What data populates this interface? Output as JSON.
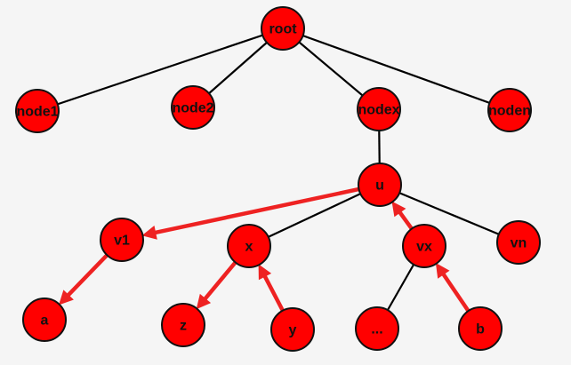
{
  "colors": {
    "background": "#f5f5f5",
    "node_fill": "#ff0000",
    "node_stroke": "#111111",
    "edge": "#000000",
    "arrow": "#ee2222"
  },
  "nodes": [
    {
      "id": "root",
      "label": "root"
    },
    {
      "id": "node1",
      "label": "node1"
    },
    {
      "id": "node2",
      "label": "node2"
    },
    {
      "id": "nodex",
      "label": "nodex"
    },
    {
      "id": "noden",
      "label": "noden"
    },
    {
      "id": "u",
      "label": "u"
    },
    {
      "id": "v1",
      "label": "v1"
    },
    {
      "id": "x",
      "label": "x"
    },
    {
      "id": "vx",
      "label": "vx"
    },
    {
      "id": "vn",
      "label": "vn"
    },
    {
      "id": "a",
      "label": "a"
    },
    {
      "id": "z",
      "label": "z"
    },
    {
      "id": "y",
      "label": "y"
    },
    {
      "id": "dots",
      "label": "..."
    },
    {
      "id": "b",
      "label": "b"
    }
  ],
  "edges": [
    {
      "from": "root",
      "to": "node1"
    },
    {
      "from": "root",
      "to": "node2"
    },
    {
      "from": "root",
      "to": "nodex"
    },
    {
      "from": "root",
      "to": "noden"
    },
    {
      "from": "nodex",
      "to": "u"
    },
    {
      "from": "u",
      "to": "v1"
    },
    {
      "from": "u",
      "to": "x"
    },
    {
      "from": "u",
      "to": "vx"
    },
    {
      "from": "u",
      "to": "vn"
    },
    {
      "from": "vx",
      "to": "dots"
    }
  ],
  "arrows": [
    {
      "from": "u",
      "to": "v1"
    },
    {
      "from": "v1",
      "to": "a"
    },
    {
      "from": "x",
      "to": "z"
    },
    {
      "from": "y",
      "to": "x"
    },
    {
      "from": "vx",
      "to": "u"
    },
    {
      "from": "b",
      "to": "vx"
    }
  ]
}
